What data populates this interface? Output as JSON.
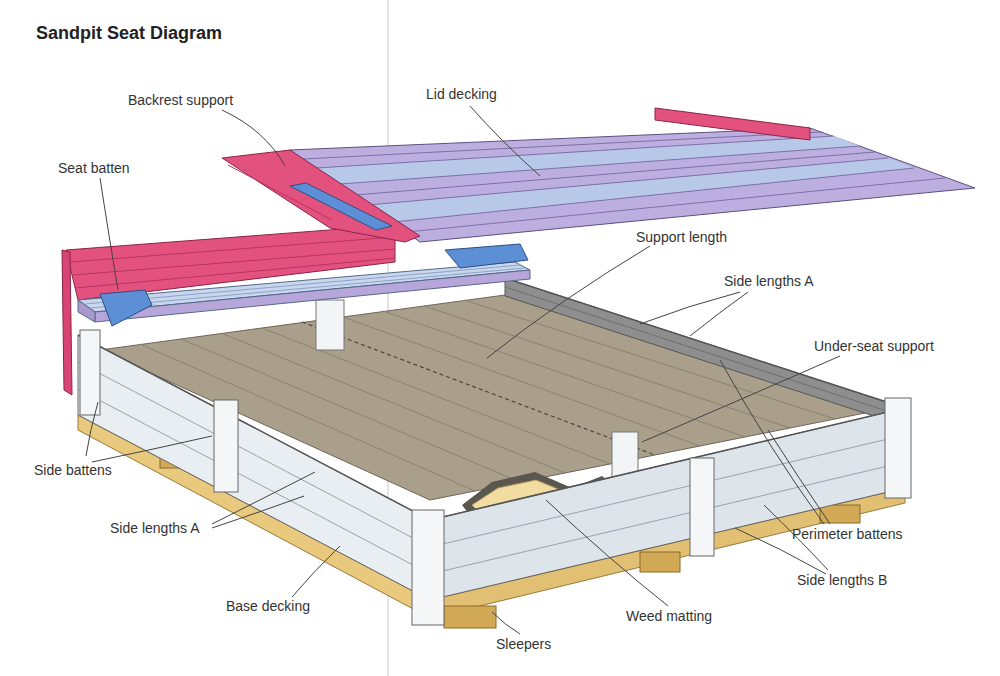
{
  "diagram": {
    "title": "Sandpit Seat Diagram",
    "labels": [
      "Lid decking",
      "Backrest support",
      "Seat batten",
      "Support length",
      "Side lengths A",
      "Under-seat support",
      "Side battens",
      "Side lengths A",
      "Perimeter battens",
      "Side lengths B",
      "Base decking",
      "Weed matting",
      "Sleepers"
    ]
  }
}
